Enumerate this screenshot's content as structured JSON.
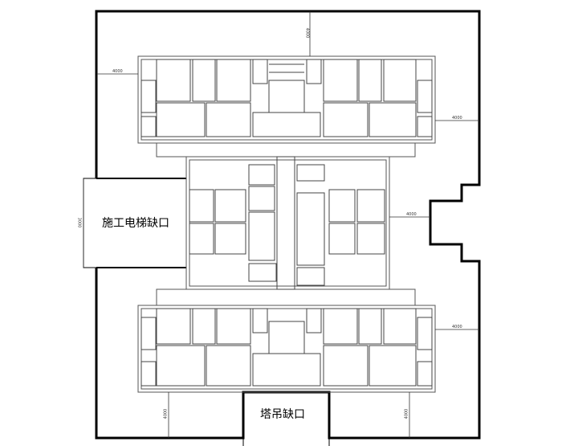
{
  "labels": {
    "elevator_gap": "施工电梯缺口",
    "crane_gap": "塔吊缺口"
  },
  "dimensions": {
    "top": "4000",
    "left_upper": "4000",
    "right_upper": "4000",
    "right_mid": "4000",
    "right_lower": "4000",
    "left_mid": "3000",
    "bottom_left": "4000",
    "bottom_right": "4000"
  },
  "colors": {
    "outline": "#000000",
    "building": "#555555",
    "dimension": "#333333"
  }
}
